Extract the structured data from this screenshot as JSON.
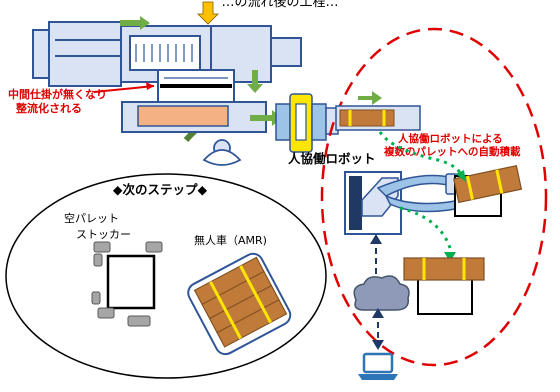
{
  "header": {
    "title": "…の流れ後の工程…"
  },
  "annotations": {
    "wip_line1": "中間仕掛が無くなり",
    "wip_line2": "整流化される",
    "robot_line1": "人協働ロボットによる",
    "robot_line2": "複数のパレットへの自動積載",
    "cobot_label": "人協働ロボット"
  },
  "next_step": {
    "title": "◆次のステップ◆",
    "stacker_line1": "空パレット",
    "stacker_line2": "ストッカー",
    "amr_label": "無人車（AMR)"
  },
  "colors": {
    "line_blue": "#2f5597",
    "fill_blue": "#dae3f3",
    "arrow_green": "#70ad47",
    "dashed_red": "#e00000",
    "annotation_red": "#e00000",
    "box_orange": "#f4b183",
    "wood_brown": "#c07a3a",
    "strap_yellow": "#ffe600",
    "dotted_green": "#00b050",
    "link_navy": "#1f3864",
    "cloud_fill": "#8e9ab8"
  }
}
